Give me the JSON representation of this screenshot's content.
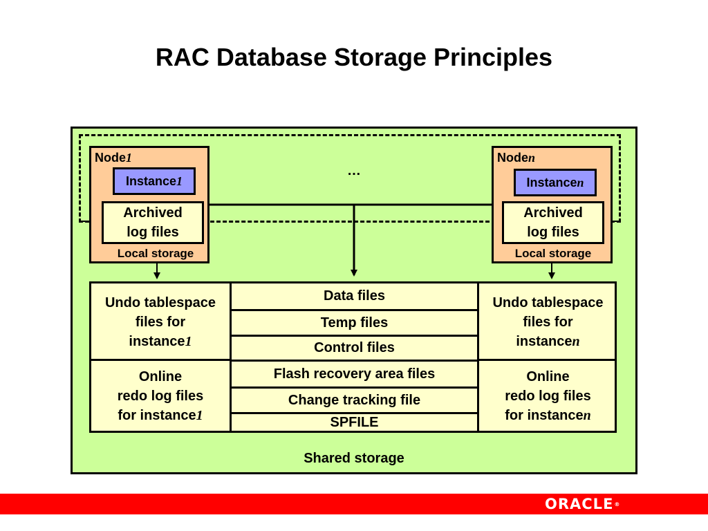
{
  "title": "RAC Database Storage Principles",
  "nodes": [
    {
      "label": "Node",
      "suffix": "1",
      "instance_label": "Instance",
      "instance_suffix": "1",
      "archived": "Archived\nlog files",
      "local_storage": "Local storage"
    },
    {
      "label": "Node",
      "suffix": "n",
      "instance_label": "Instance",
      "instance_suffix": "n",
      "archived": "Archived\nlog files",
      "local_storage": "Local storage"
    }
  ],
  "ellipsis": "…",
  "center_files": [
    "Data files",
    "Temp files",
    "Control files",
    "Flash recovery area files",
    "Change tracking file",
    "SPFILE"
  ],
  "left_cells": {
    "undo": {
      "text": "Undo tablespace\nfiles for\ninstance",
      "suffix": "1"
    },
    "redo": {
      "text": "Online\nredo log files\nfor instance",
      "suffix": "1"
    }
  },
  "right_cells": {
    "undo": {
      "text": "Undo tablespace\nfiles for\ninstance",
      "suffix": "n"
    },
    "redo": {
      "text": "Online\nredo log files\nfor instance",
      "suffix": "n"
    }
  },
  "shared_storage_label": "Shared storage",
  "logo_text": "ORACLE",
  "logo_mark": "®",
  "colors": {
    "shared_bg": "#ccff99",
    "node_bg": "#ffcc99",
    "instance_bg": "#9999ff",
    "file_bg": "#ffffcc",
    "brand_bar": "#ff0000"
  }
}
